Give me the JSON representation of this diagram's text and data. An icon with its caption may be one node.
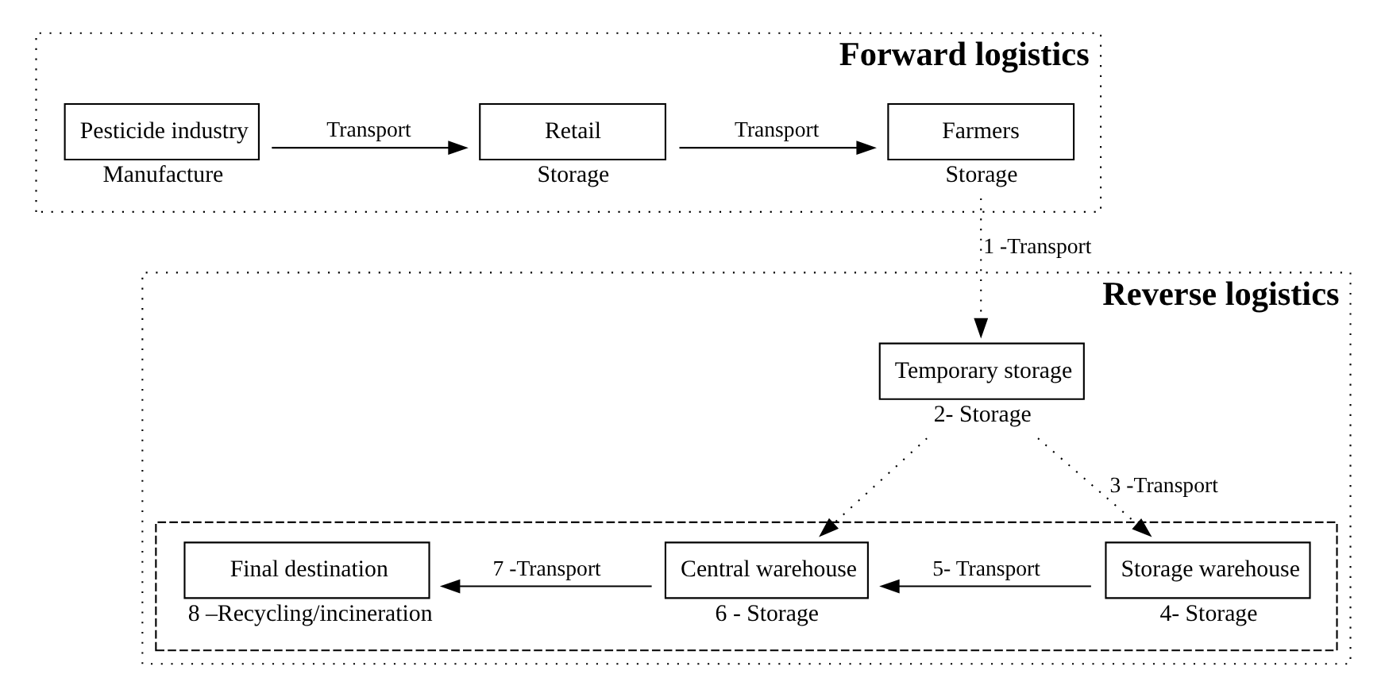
{
  "diagram": {
    "nodes": [
      {
        "text": [
          "Forward logistics"
        ]
      },
      {
        "text": [
          "Pesticide industry"
        ],
        "in": 0,
        "beside": [
          "Manufacture"
        ]
      },
      {
        "text": [
          "Retail"
        ],
        "in": 0,
        "beside": [
          "Storage"
        ]
      },
      {
        "text": [
          "Farmers"
        ],
        "in": 0,
        "beside": [
          "Storage"
        ]
      },
      {
        "text": [
          "Reverse logistics"
        ]
      },
      {
        "text": [
          "Temporary storage"
        ],
        "in": 4,
        "beside": [
          "2- Storage"
        ]
      },
      {
        "text": [],
        "shape": "box",
        "in": 4
      },
      {
        "text": [
          "Final destination"
        ],
        "in": 6,
        "beside": [
          "8 –Recycling/incineration"
        ]
      },
      {
        "text": [
          "Central warehouse"
        ],
        "in": 6,
        "beside": [
          "6 - Storage"
        ]
      },
      {
        "text": [
          "Storage warehouse"
        ],
        "in": 6,
        "beside": [
          "4- Storage"
        ]
      }
    ],
    "edges": [
      {
        "from": 1,
        "to": 2,
        "arrow": "to",
        "label": "Transport"
      },
      {
        "from": 2,
        "to": 3,
        "arrow": "to",
        "label": "Transport"
      },
      {
        "from": 3,
        "to": 5,
        "arrow": "to",
        "label": "1 -Transport",
        "style": "dashed"
      },
      {
        "from": 5,
        "to": 8,
        "arrow": "to",
        "style": "dashed"
      },
      {
        "from": 5,
        "to": 9,
        "arrow": "to",
        "label": "3 -Transport",
        "style": "dashed"
      },
      {
        "from": 9,
        "to": 8,
        "arrow": "to",
        "label": "5- Transport"
      },
      {
        "from": 8,
        "to": 7,
        "arrow": "to",
        "label": "7 -Transport"
      }
    ]
  }
}
